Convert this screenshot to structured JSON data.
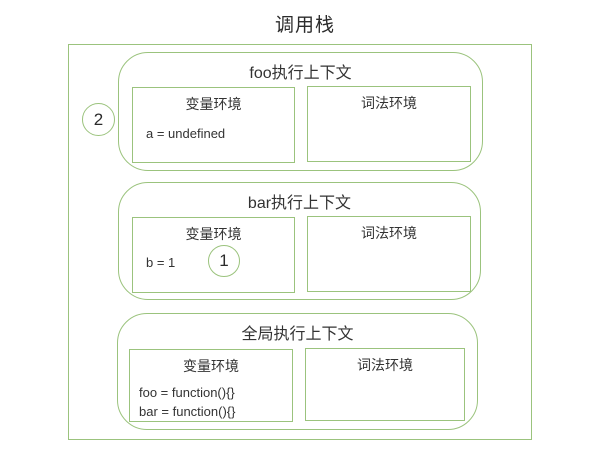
{
  "title": "调用栈",
  "colors": {
    "accent_green": "#9bc37d",
    "text": "#333333",
    "background": "#ffffff"
  },
  "badges": {
    "foo_step": "2",
    "bar_step": "1"
  },
  "contexts": [
    {
      "title": "foo执行上下文",
      "variable_env": {
        "title": "变量环境",
        "entries": [
          "a = undefined"
        ]
      },
      "lexical_env": {
        "title": "词法环境",
        "entries": []
      }
    },
    {
      "title": "bar执行上下文",
      "variable_env": {
        "title": "变量环境",
        "entries": [
          "b = 1"
        ]
      },
      "lexical_env": {
        "title": "词法环境",
        "entries": []
      }
    },
    {
      "title": "全局执行上下文",
      "variable_env": {
        "title": "变量环境",
        "entries": [
          "foo = function(){}",
          "bar = function(){}"
        ]
      },
      "lexical_env": {
        "title": "词法环境",
        "entries": []
      }
    }
  ]
}
